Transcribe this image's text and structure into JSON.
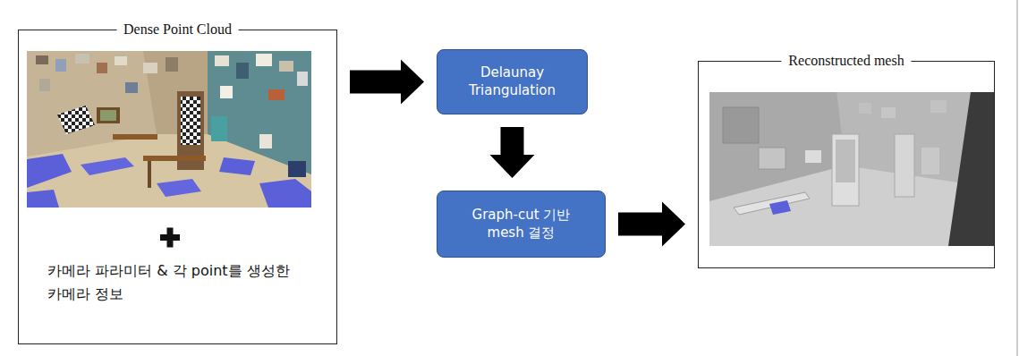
{
  "diagram": {
    "nodes": [
      {
        "text": [
          "Dense Point Cloud",
          "카메라 파라미터 & 각 point를 생성한 카메라 정보"
        ]
      },
      {
        "text": [
          "Delaunay Triangulation"
        ]
      },
      {
        "text": [
          "Graph-cut 기반 mesh 결정"
        ]
      },
      {
        "text": [
          "Reconstructed mesh"
        ]
      }
    ],
    "edges": [
      {
        "from": 0,
        "to": 1,
        "arrow": "to"
      },
      {
        "from": 1,
        "to": 2,
        "arrow": "to"
      },
      {
        "from": 2,
        "to": 3,
        "arrow": "to"
      }
    ]
  }
}
